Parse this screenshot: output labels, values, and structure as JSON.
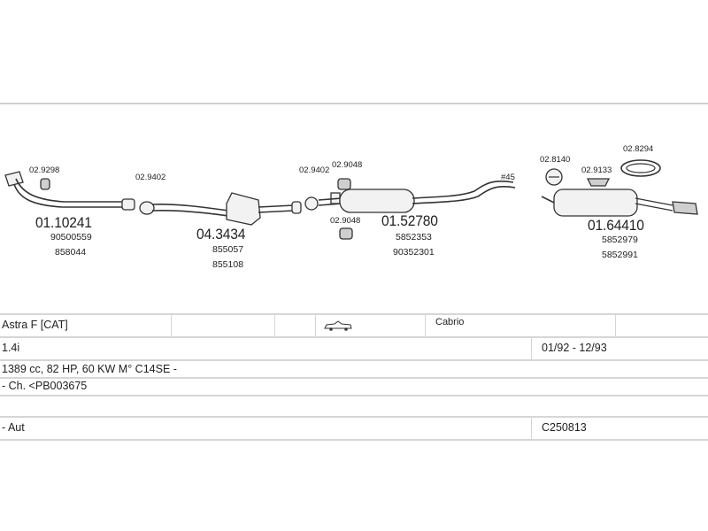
{
  "parts": [
    {
      "id": "p1",
      "main": "01.10241",
      "refs": [
        "90500559",
        "858044"
      ],
      "clamp": "02.9298"
    },
    {
      "id": "p2",
      "clamp": "02.9402"
    },
    {
      "id": "p3",
      "main": "04.3434",
      "refs": [
        "855057",
        "855108"
      ]
    },
    {
      "id": "p4",
      "clamps": [
        "02.9402",
        "02.9048",
        "02.9048"
      ]
    },
    {
      "id": "p5",
      "main": "01.52780",
      "refs": [
        "5852353",
        "90352301"
      ],
      "note": "#45"
    },
    {
      "id": "p6",
      "main": "01.64410",
      "refs": [
        "5852979",
        "5852991"
      ],
      "clamps": [
        "02.8140",
        "02.9133",
        "02.8294"
      ]
    }
  ],
  "table": {
    "rows": [
      {
        "model": "Astra F  [CAT]",
        "body_icon": "convertible-car-icon",
        "body": "Cabrio"
      },
      {
        "engine": "1.4i",
        "period": "01/92 - 12/93"
      },
      {
        "spec": "1389 cc, 82 HP, 60 KW  M° C14SE -"
      },
      {
        "chassis": "- Ch. <PB003675"
      },
      {
        "blank": ""
      },
      {
        "trans": "- Aut",
        "code": "C250813"
      }
    ]
  }
}
